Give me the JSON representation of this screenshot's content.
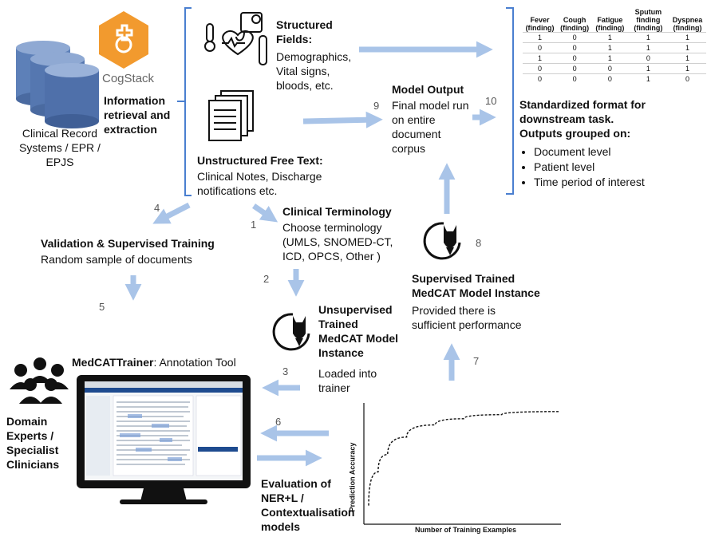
{
  "sources": {
    "clinical_systems": "Clinical Record Systems / EPR / EPJS",
    "cogstack_logo": "CogStack",
    "cogstack_caption": "Information retrieval and extraction"
  },
  "structured": {
    "title": "Structured Fields:",
    "body": "Demographics, Vital signs, bloods, etc."
  },
  "unstructured": {
    "title": "Unstructured Free Text:",
    "body": "Clinical Notes, Discharge notifications etc."
  },
  "model_output": {
    "title": "Model Output",
    "body": "Final model run on entire document corpus"
  },
  "standardized": {
    "title": "Standardized format for downstream task. Outputs grouped on:",
    "bullets": [
      "Document level",
      "Patient level",
      "Time period of interest"
    ]
  },
  "output_table": {
    "columns": [
      "Fever (finding)",
      "Cough (finding)",
      "Fatigue (finding)",
      "Sputum finding (finding)",
      "Dyspnea (finding)"
    ],
    "rows": [
      [
        "1",
        "0",
        "1",
        "1",
        "1"
      ],
      [
        "0",
        "0",
        "1",
        "1",
        "1"
      ],
      [
        "1",
        "0",
        "1",
        "0",
        "1"
      ],
      [
        "0",
        "0",
        "0",
        "1",
        "1"
      ],
      [
        "0",
        "0",
        "0",
        "1",
        "0"
      ]
    ]
  },
  "terminology": {
    "title": "Clinical Terminology",
    "body": "Choose terminology (UMLS, SNOMED-CT, ICD, OPCS, Other )"
  },
  "validation": {
    "title": "Validation & Supervised Training",
    "body": "Random sample of documents"
  },
  "unsupervised": {
    "title": "Unsupervised Trained MedCAT Model Instance",
    "body": "Loaded into trainer"
  },
  "supervised": {
    "title": "Supervised Trained MedCAT Model Instance",
    "body": "Provided there is sufficient performance"
  },
  "trainer": {
    "title_bold": "MedCATTrainer",
    "title_rest": ": Annotation Tool"
  },
  "experts": {
    "label": "Domain Experts / Specialist Clinicians"
  },
  "evaluation": {
    "label": "Evaluation of NER+L / Contextualisation models"
  },
  "step_numbers": [
    "1",
    "2",
    "3",
    "4",
    "5",
    "6",
    "7",
    "8",
    "9",
    "10"
  ],
  "chart_data": {
    "type": "line",
    "xlabel": "Number of Training Examples",
    "ylabel": "Prediction Accuracy",
    "series": [
      {
        "style": "dashed",
        "shape": "learning curve, saturating",
        "x": [
          0,
          0.05,
          0.1,
          0.2,
          0.35,
          0.5,
          0.7,
          1.0
        ],
        "y": [
          0.05,
          0.38,
          0.55,
          0.72,
          0.84,
          0.9,
          0.94,
          0.97
        ]
      }
    ],
    "grid": false
  },
  "colors": {
    "arrow": "#a9c4e8",
    "bracket": "#4a7fd0",
    "db": "#5d80b8",
    "cogstack": "#f29a2e",
    "text": "#111111",
    "step_number": "#555555"
  }
}
